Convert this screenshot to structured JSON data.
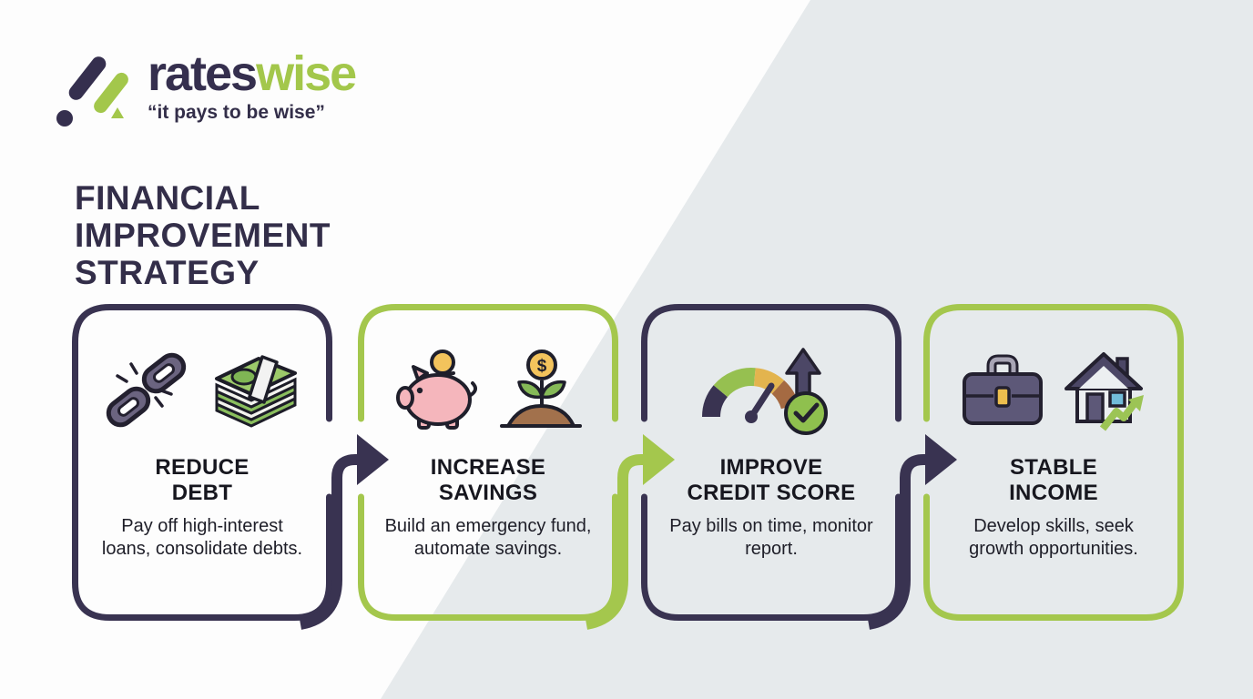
{
  "page": {
    "background_color": "#fdfdfd",
    "accent_band_color": "#e6eaec"
  },
  "logo": {
    "brand_part1": "rates",
    "brand_part2": "wise",
    "tagline": "“it pays to be wise”",
    "dark_color": "#352f4e",
    "green_color": "#a3c74b"
  },
  "heading": {
    "line1": "FINANCIAL",
    "line2": "IMPROVEMENT",
    "line3": "STRATEGY"
  },
  "steps": [
    {
      "title_line1": "REDUCE",
      "title_line2": "DEBT",
      "description": "Pay off high-interest loans, consolidate debts.",
      "border_color": "#393351",
      "icons": [
        "broken-chain-icon",
        "money-stack-icon"
      ]
    },
    {
      "title_line1": "INCREASE",
      "title_line2": "SAVINGS",
      "description": "Build an emergency fund, automate savings.",
      "border_color": "#a4c74d",
      "icons": [
        "piggy-bank-icon",
        "money-plant-icon"
      ]
    },
    {
      "title_line1": "IMPROVE",
      "title_line2": "CREDIT SCORE",
      "description": "Pay bills on time, monitor report.",
      "border_color": "#393351",
      "icons": [
        "credit-score-gauge-icon"
      ]
    },
    {
      "title_line1": "STABLE",
      "title_line2": "INCOME",
      "description": "Develop skills, seek growth opportunities.",
      "border_color": "#a4c74d",
      "icons": [
        "briefcase-icon",
        "house-growth-icon"
      ]
    }
  ],
  "arrows": [
    {
      "color": "#393351"
    },
    {
      "color": "#a4c74d"
    },
    {
      "color": "#393351"
    }
  ]
}
